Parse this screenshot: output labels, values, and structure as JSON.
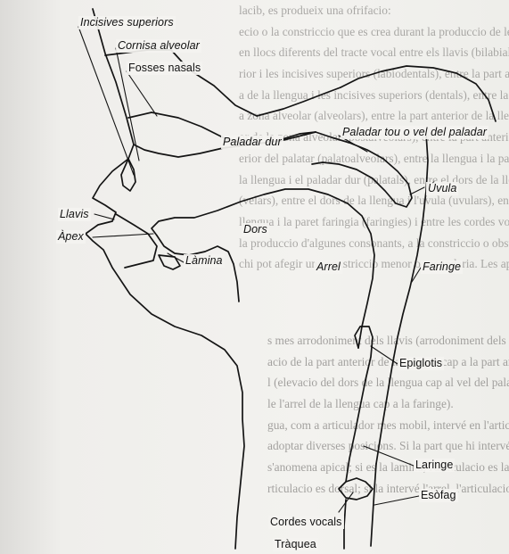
{
  "background_text": {
    "upper": [
      "lacib, es produeix una ofrifacio:",
      "ecio o la constriccio que es crea durant la produccio de les conso",
      "en llocs diferents del tracte vocal entre els llavis (bilabials)",
      "rior i les incisives superiors (labiodentals), entre la part anteri",
      "a de la llengua i les incisives superiors (dentals), entre la part ant",
      "a zona alveolar (alveolars), entre la part anterior de la llengua",
      "or de la zona alveolar (postalveolars), entre la part anterior de la",
      "erior del palatar (palatoalveolars), entre la llengua i la part mes",
      "la llengua i el paladar dur (palatals), entre el dors de la llengua",
      "(velars), entre el dors de la llengua i l'uvula (uvulars), entre la p",
      "llengua i la paret faringia (faringies) i entre les cordes vocals (g",
      "la produccio d'algunes consonants, a la constriccio o obstruccio",
      "chi pot afegir una constriccio menor o secundaria. Les aproxi"
    ],
    "lower": [
      "s mes arrodoniment dels llavis (arrodoniment dels llavis), la p",
      "acio de la part anterior de la llengua cap a la part anterior del pal",
      "l (elevacio del dors de la llengua cap al vel del paladar) i la forma",
      "le l'arrel de la llengua cap a la faringe).",
      "gua, com a articulador mes mobil, intervé en l'articulacio de la major",
      "adoptar diverses posicions. Si la part que hi intervé es l'apex de l",
      "s'anomena apical; si es la lamina, l'articulacio es laminal; si",
      "rticulacio es dorsal; si la intervé l'arrel, l'articulacio es radical. L'a"
    ]
  },
  "labels": {
    "incisives_superiors": "Incisives superiors",
    "cornisa_alveolar": "Cornisa alveolar",
    "fosses_nasals": "Fosses nasals",
    "paladar_dur": "Paladar dur",
    "paladar_tou": "Paladar tou o vel del paladar",
    "uvula": "Úvula",
    "llavis": "Llavis",
    "apex": "Àpex",
    "dors": "Dors",
    "lamina": "Làmina",
    "arrel": "Arrel",
    "faringe": "Faringe",
    "epiglotis": "Epiglotis",
    "laringe": "Laringe",
    "esofag": "Esòfag",
    "cordes_vocals": "Cordes vocals",
    "traquea": "Tràquea"
  },
  "colors": {
    "outline": "#141414",
    "background_text": "#6e6c6a"
  }
}
